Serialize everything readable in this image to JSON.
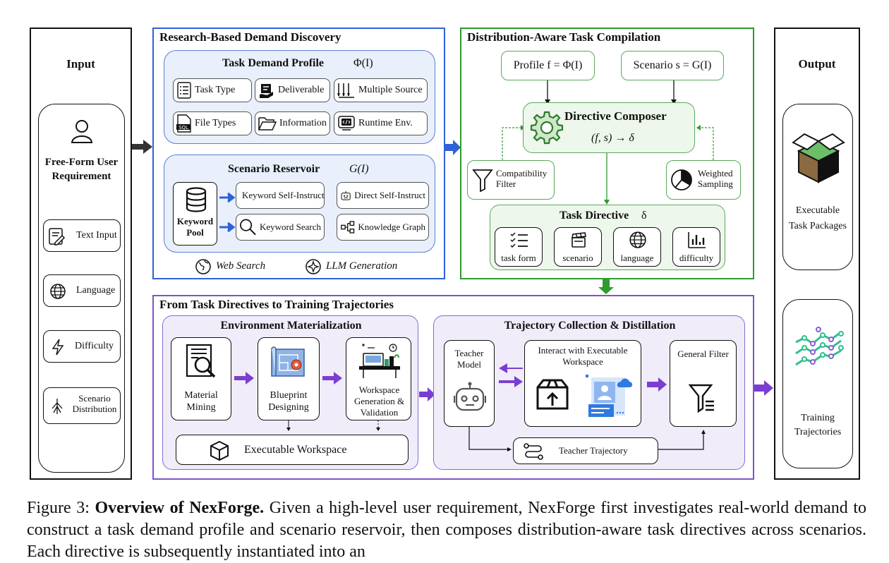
{
  "input": {
    "title": "Input",
    "requirement": "Free-Form User Requirement",
    "items": [
      "Text Input",
      "Language",
      "Difficulty",
      "Scenario Distribution"
    ]
  },
  "output": {
    "title": "Output",
    "packages": "Executable Task Packages",
    "trajectories": "Training Trajectories"
  },
  "research": {
    "title": "Research-Based Demand Discovery",
    "profile_title": "Task Demand Profile",
    "profile_symbol": "Φ(I)",
    "profile_items": [
      "Task Type",
      "Deliverable",
      "Multiple Source",
      "File Types",
      "Information",
      "Runtime Env."
    ],
    "reservoir_title": "Scenario Reservoir",
    "reservoir_symbol": "G(I)",
    "keyword_pool": "Keyword Pool",
    "reservoir_items": [
      "Keyword Self-Instruct",
      "Direct Self-Instruct",
      "Keyword Search",
      "Knowledge Graph"
    ],
    "web_search": "Web Search",
    "llm_generation": "LLM Generation"
  },
  "compile": {
    "title": "Distribution-Aware Task Compilation",
    "profile_label": "Profile f = Φ(I)",
    "scenario_label": "Scenario  s = G(I)",
    "composer_title": "Directive Composer",
    "composer_formula": "(f, s) → δ",
    "compat_filter": "Compatibility Filter",
    "weighted_sampling": "Weighted Sampling",
    "directive_title": "Task Directive",
    "directive_symbol": "δ",
    "directive_items": [
      "task form",
      "scenario",
      "language",
      "difficulty"
    ]
  },
  "training": {
    "title": "From Task Directives to Training Trajectories",
    "env_title": "Environment Materialization",
    "env_steps": [
      "Material Mining",
      "Blueprint Designing",
      "Workspace Generation & Validation"
    ],
    "workspace": "Executable Workspace",
    "traj_title": "Trajectory Collection & Distillation",
    "teacher": "Teacher Model",
    "interact": "Interact with Executable Workspace",
    "filter": "General Filter",
    "teacher_traj": "Teacher Trajectory"
  },
  "caption": {
    "prefix": "Figure 3: ",
    "bold": "Overview of NexForge.",
    "text": " Given a high-level user requirement, NexForge first investigates real-world demand to construct a task demand profile and scenario reservoir, then composes distribution-aware task directives across scenarios. Each directive is subsequently instantiated into an"
  },
  "colors": {
    "blue": "#2f62d8",
    "green": "#2f9a2f",
    "purple": "#7c55c7",
    "arrow_purple": "#7a3fd1"
  }
}
